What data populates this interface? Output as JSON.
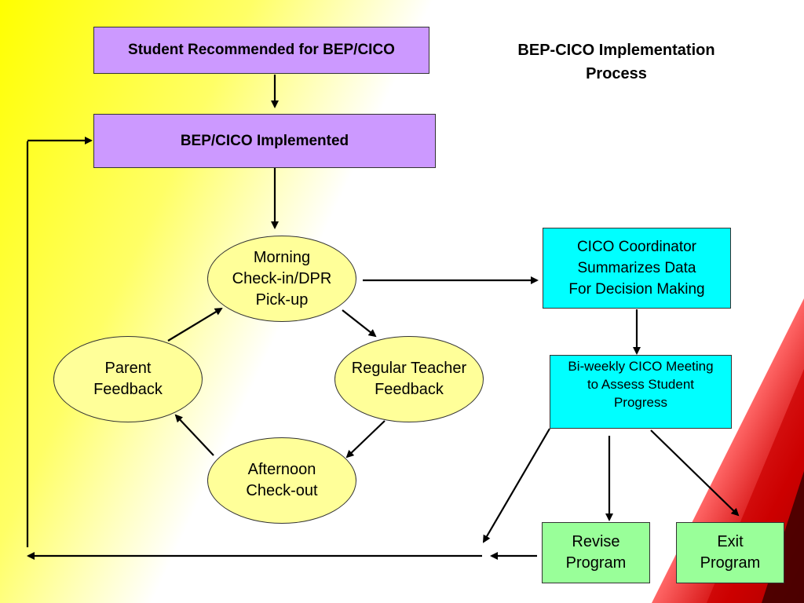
{
  "title": "BEP-CICO Implementation\nProcess",
  "nodes": {
    "recommended": "Student Recommended for BEP/CICO",
    "implemented": "BEP/CICO Implemented",
    "morning": "Morning\nCheck-in/DPR\nPick-up",
    "teacher": "Regular Teacher\nFeedback",
    "afternoon": "Afternoon\nCheck-out",
    "parent": "Parent\nFeedback",
    "coordinator": "CICO Coordinator\nSummarizes Data\nFor Decision Making",
    "meeting": "Bi-weekly CICO Meeting\nto Assess Student\nProgress",
    "revise": "Revise\nProgram",
    "exit": "Exit\nProgram"
  },
  "colors": {
    "process_box": "#cc99ff",
    "cycle_ellipse": "#ffff99",
    "coordinator_box": "#00ffff",
    "outcome_box": "#99ff99",
    "background_left": "#ffff00",
    "background_right": "#cc0000"
  }
}
